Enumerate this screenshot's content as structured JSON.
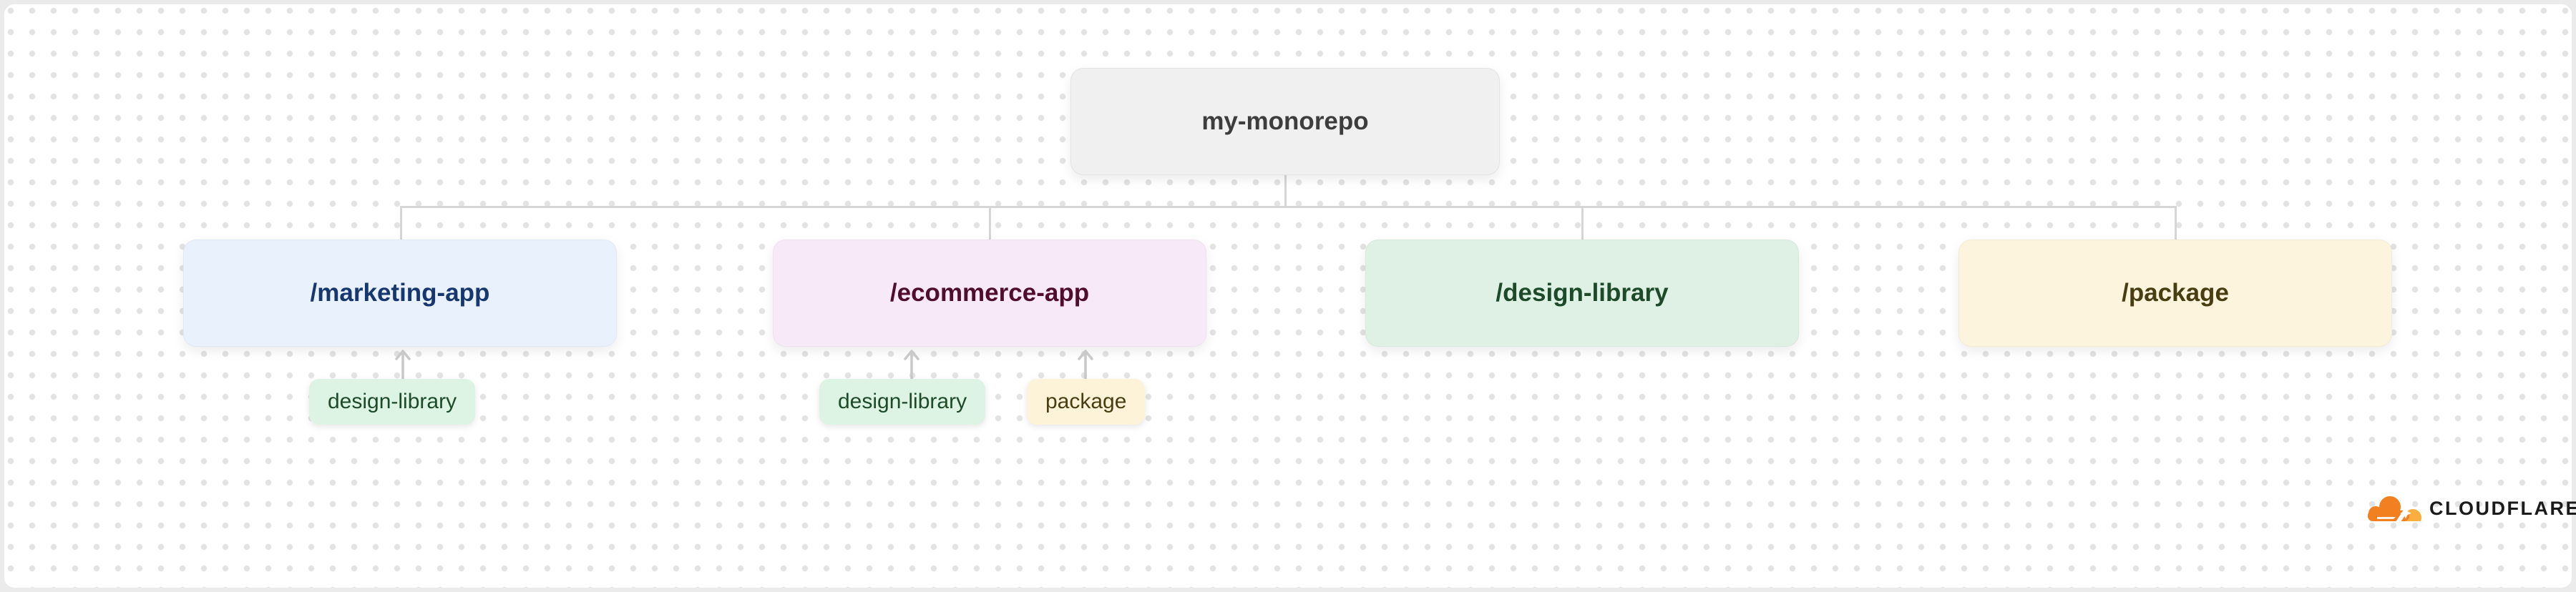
{
  "canvas": {
    "outer_bg": "#ebebeb",
    "bg": "#ffffff",
    "dot_color": "#e3e3e3"
  },
  "diagram": {
    "connector_color": "#d6d6d6",
    "arrow_color": "#c9c9c9",
    "root": {
      "label": "my-monorepo",
      "bg": "#f0f0f0",
      "text_color": "#3d3d3d"
    },
    "children": [
      {
        "label": "/marketing-app",
        "bg": "#e9f1fd",
        "text_color": "#17386e",
        "dependencies": [
          {
            "label": "design-library",
            "bg": "#ddf3e3",
            "text_color": "#1d4b2a"
          }
        ]
      },
      {
        "label": "/ecommerce-app",
        "bg": "#f7e9f8",
        "text_color": "#500e2c",
        "dependencies": [
          {
            "label": "design-library",
            "bg": "#ddf3e3",
            "text_color": "#1d4b2a"
          },
          {
            "label": "package",
            "bg": "#fdf3d9",
            "text_color": "#493d12"
          }
        ]
      },
      {
        "label": "/design-library",
        "bg": "#dff1e5",
        "text_color": "#1d4b2a",
        "dependencies": []
      },
      {
        "label": "/package",
        "bg": "#fdf4dd",
        "text_color": "#493d12",
        "dependencies": []
      }
    ]
  },
  "branding": {
    "wordmark": "CLOUDFLARE",
    "wordmark_color": "#1b1b1b",
    "cloud_main_color": "#f38020",
    "cloud_light_color": "#faae40"
  }
}
